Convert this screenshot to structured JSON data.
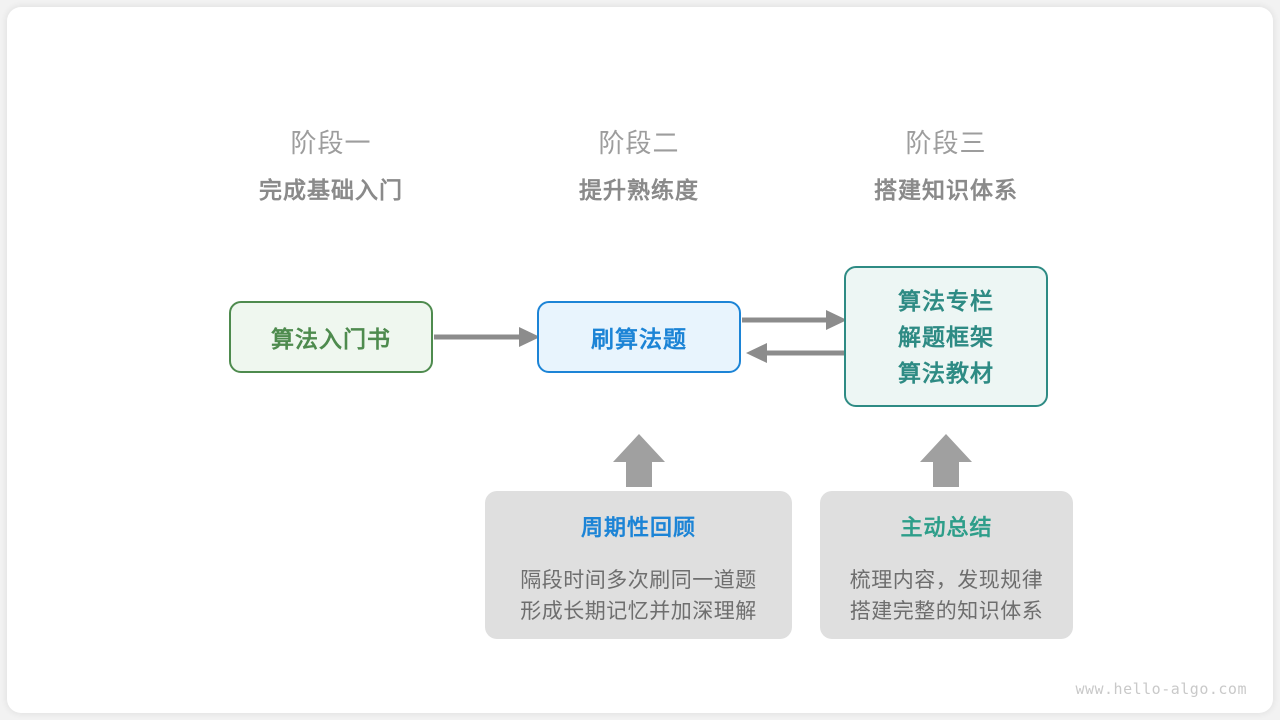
{
  "diagram": {
    "background_color": "#ffffff",
    "stages": [
      {
        "label": "阶段一",
        "title": "完成基础入门"
      },
      {
        "label": "阶段二",
        "title": "提升熟练度"
      },
      {
        "label": "阶段三",
        "title": "搭建知识体系"
      }
    ],
    "nodes": {
      "book": {
        "text": "算法入门书",
        "color": "#4e8b4e",
        "fill": "#eff7ef"
      },
      "practice": {
        "text": "刷算法题",
        "color": "#1c84d6",
        "fill": "#e8f4fd"
      },
      "resources": {
        "lines": [
          "算法专栏",
          "解题框架",
          "算法教材"
        ],
        "color": "#2e8b84",
        "fill": "#edf6f4"
      }
    },
    "notes": [
      {
        "title": "周期性回顾",
        "title_color": "#1c84d6",
        "body_line1": "隔段时间多次刷同一道题",
        "body_line2": "形成长期记忆并加深理解"
      },
      {
        "title": "主动总结",
        "title_color": "#2e9e8a",
        "body_line1": "梳理内容，发现规律",
        "body_line2": "搭建完整的知识体系"
      }
    ],
    "arrow_color": "#8c8c8c",
    "watermark": "www.hello-algo.com"
  }
}
